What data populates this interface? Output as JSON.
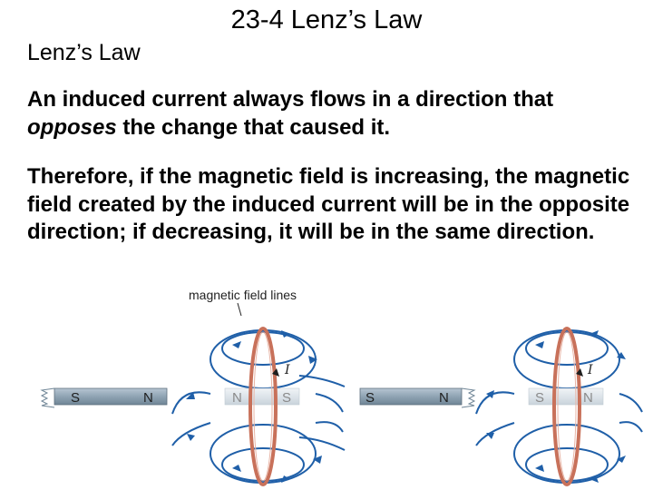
{
  "slide": {
    "title": "23-4 Lenz’s Law",
    "subtitle": "Lenz’s Law",
    "paragraph1": {
      "before": "An induced current always flows in a direction that ",
      "emphasis": "opposes",
      "after": " the change that caused it."
    },
    "paragraph2": "Therefore, if the magnetic field is increasing, the magnetic field created by the induced current will be in the opposite direction; if decreasing, it will be in the same direction."
  },
  "figure": {
    "caption": "magnetic field lines",
    "left": {
      "magnet_poles": [
        "S",
        "N"
      ],
      "loop_poles": [
        "N",
        "S"
      ],
      "current_label": "I"
    },
    "right": {
      "magnet_poles": [
        "S",
        "N"
      ],
      "loop_poles": [
        "S",
        "N"
      ],
      "current_label": "I"
    },
    "colors": {
      "field_lines": "#1f5fa8",
      "loop": "#c8715a",
      "magnet": "#8fa3b3"
    }
  }
}
